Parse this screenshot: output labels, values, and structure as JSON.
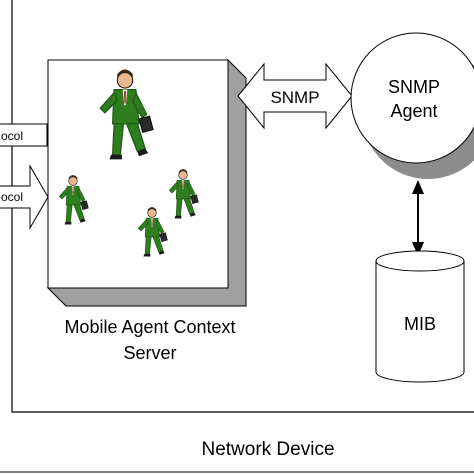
{
  "container": {
    "label": "Network Device"
  },
  "server": {
    "label_line1": "Mobile Agent Context",
    "label_line2": "Server"
  },
  "connector": {
    "label": "SNMP"
  },
  "agent": {
    "label_line1": "SNMP",
    "label_line2": "Agent"
  },
  "database": {
    "label": "MIB"
  },
  "inputs": [
    {
      "label": "ocol"
    },
    {
      "label": "ocol"
    }
  ],
  "icons": {
    "agent_figure": "businessman-running-icon"
  },
  "colors": {
    "outline": "#000000",
    "shadow": "#a0a0a0",
    "circle_shadow": "#8c8c8c",
    "suit": "#2e7d1e",
    "suit_dark": "#1f5a14",
    "background": "#ffffff"
  }
}
